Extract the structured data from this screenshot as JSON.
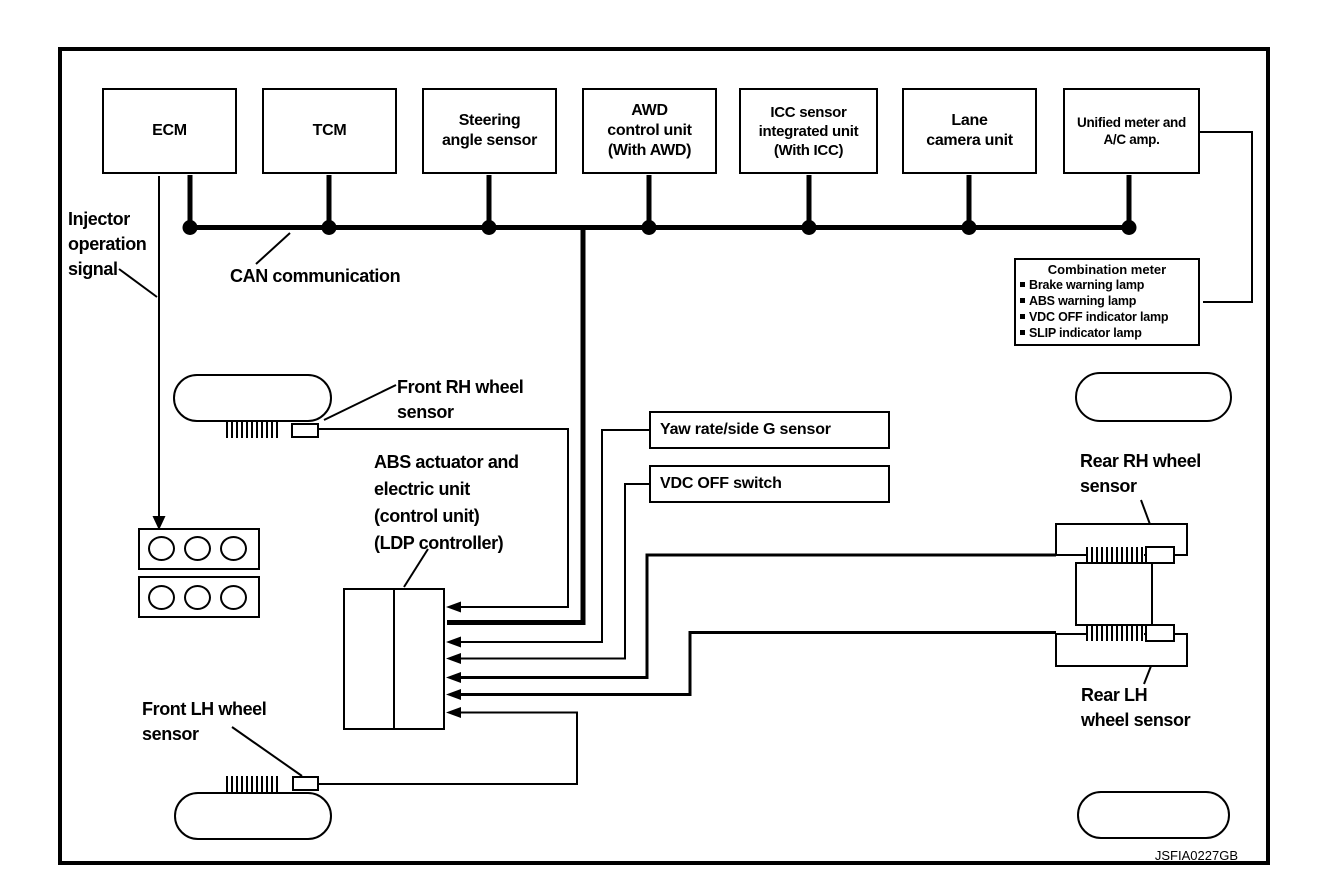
{
  "figure_id": "JSFIA0227GB",
  "colors": {
    "line": "#000000",
    "background": "#ffffff"
  },
  "can_bus": {
    "label": "CAN communication"
  },
  "top_units": [
    {
      "label": "ECM"
    },
    {
      "label": "TCM"
    },
    {
      "label": "Steering\nangle sensor"
    },
    {
      "label": "AWD\ncontrol unit\n(With AWD)"
    },
    {
      "label": "ICC sensor\nintegrated unit\n(With ICC)"
    },
    {
      "label": "Lane\ncamera unit"
    },
    {
      "label": "Unified meter and\nA/C amp."
    }
  ],
  "combination_meter": {
    "title": "Combination meter",
    "items": [
      "Brake warning lamp",
      "ABS warning lamp",
      "VDC OFF indicator lamp",
      "SLIP indicator lamp"
    ]
  },
  "injector_label": "Injector\noperation\nsignal",
  "abs_unit_label": "ABS actuator and\nelectric unit\n(control unit)\n(LDP controller)",
  "yaw_sensor_label": "Yaw rate/side G sensor",
  "vdc_switch_label": "VDC OFF switch",
  "wheel_sensors": {
    "front_rh": "Front RH wheel\nsensor",
    "front_lh": "Front LH wheel\nsensor",
    "rear_rh": "Rear RH wheel\nsensor",
    "rear_lh": "Rear LH\nwheel sensor"
  }
}
